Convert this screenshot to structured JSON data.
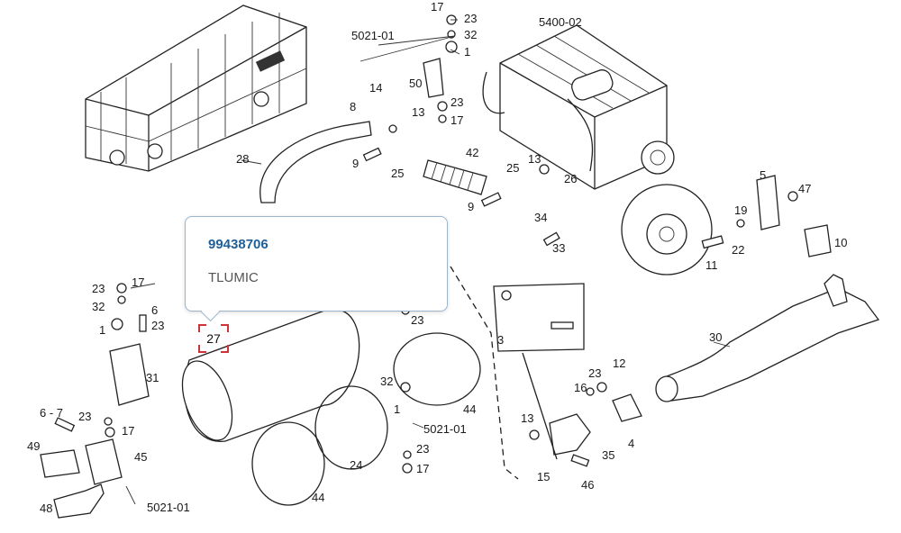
{
  "labels": [
    {
      "id": "p17a",
      "text": "17"
    },
    {
      "id": "p23a",
      "text": "23"
    },
    {
      "id": "p32a",
      "text": "32"
    },
    {
      "id": "p1a",
      "text": "1"
    },
    {
      "id": "p5021a",
      "text": "5021-01"
    },
    {
      "id": "p5400",
      "text": "5400-02"
    },
    {
      "id": "p50",
      "text": "50"
    },
    {
      "id": "p14",
      "text": "14"
    },
    {
      "id": "p8",
      "text": "8"
    },
    {
      "id": "p23b",
      "text": "23"
    },
    {
      "id": "p17b",
      "text": "17"
    },
    {
      "id": "p13a",
      "text": "13"
    },
    {
      "id": "p42",
      "text": "42"
    },
    {
      "id": "p28",
      "text": "28"
    },
    {
      "id": "p9a",
      "text": "9"
    },
    {
      "id": "p25a",
      "text": "25"
    },
    {
      "id": "p25b",
      "text": "25"
    },
    {
      "id": "p13b",
      "text": "13"
    },
    {
      "id": "p26",
      "text": "26"
    },
    {
      "id": "p9b",
      "text": "9"
    },
    {
      "id": "p34",
      "text": "34"
    },
    {
      "id": "p33",
      "text": "33"
    },
    {
      "id": "p5",
      "text": "5"
    },
    {
      "id": "p47",
      "text": "47"
    },
    {
      "id": "p19",
      "text": "19"
    },
    {
      "id": "p10",
      "text": "10"
    },
    {
      "id": "p11",
      "text": "11"
    },
    {
      "id": "p22",
      "text": "22"
    },
    {
      "id": "p23c",
      "text": "23"
    },
    {
      "id": "p17c",
      "text": "17"
    },
    {
      "id": "p32b",
      "text": "32"
    },
    {
      "id": "p6",
      "text": "6"
    },
    {
      "id": "p23d",
      "text": "23"
    },
    {
      "id": "p1b",
      "text": "1"
    },
    {
      "id": "p31",
      "text": "31"
    },
    {
      "id": "p23e",
      "text": "23"
    },
    {
      "id": "p3",
      "text": "3"
    },
    {
      "id": "p30",
      "text": "30"
    },
    {
      "id": "p67",
      "text": "6 - 7"
    },
    {
      "id": "p23f",
      "text": "23"
    },
    {
      "id": "p17d",
      "text": "17"
    },
    {
      "id": "p49",
      "text": "49"
    },
    {
      "id": "p45",
      "text": "45"
    },
    {
      "id": "p48",
      "text": "48"
    },
    {
      "id": "p5021b",
      "text": "5021-01"
    },
    {
      "id": "p44a",
      "text": "44"
    },
    {
      "id": "p24",
      "text": "24"
    },
    {
      "id": "p32c",
      "text": "32"
    },
    {
      "id": "p1c",
      "text": "1"
    },
    {
      "id": "p5021c",
      "text": "5021-01"
    },
    {
      "id": "p23g",
      "text": "23"
    },
    {
      "id": "p17e",
      "text": "17"
    },
    {
      "id": "p44b",
      "text": "44"
    },
    {
      "id": "p13c",
      "text": "13"
    },
    {
      "id": "p15",
      "text": "15"
    },
    {
      "id": "p35",
      "text": "35"
    },
    {
      "id": "p46",
      "text": "46"
    },
    {
      "id": "p23h",
      "text": "23"
    },
    {
      "id": "p12",
      "text": "12"
    },
    {
      "id": "p16",
      "text": "16"
    },
    {
      "id": "p4",
      "text": "4"
    }
  ],
  "hotspot": {
    "number": "27"
  },
  "tooltip": {
    "part_code": "99438706",
    "part_name": "TLUMIC"
  },
  "colors": {
    "highlight": "#d0323a",
    "tooltip_code": "#1f5f99",
    "tooltip_border": "#9cb6d0"
  }
}
